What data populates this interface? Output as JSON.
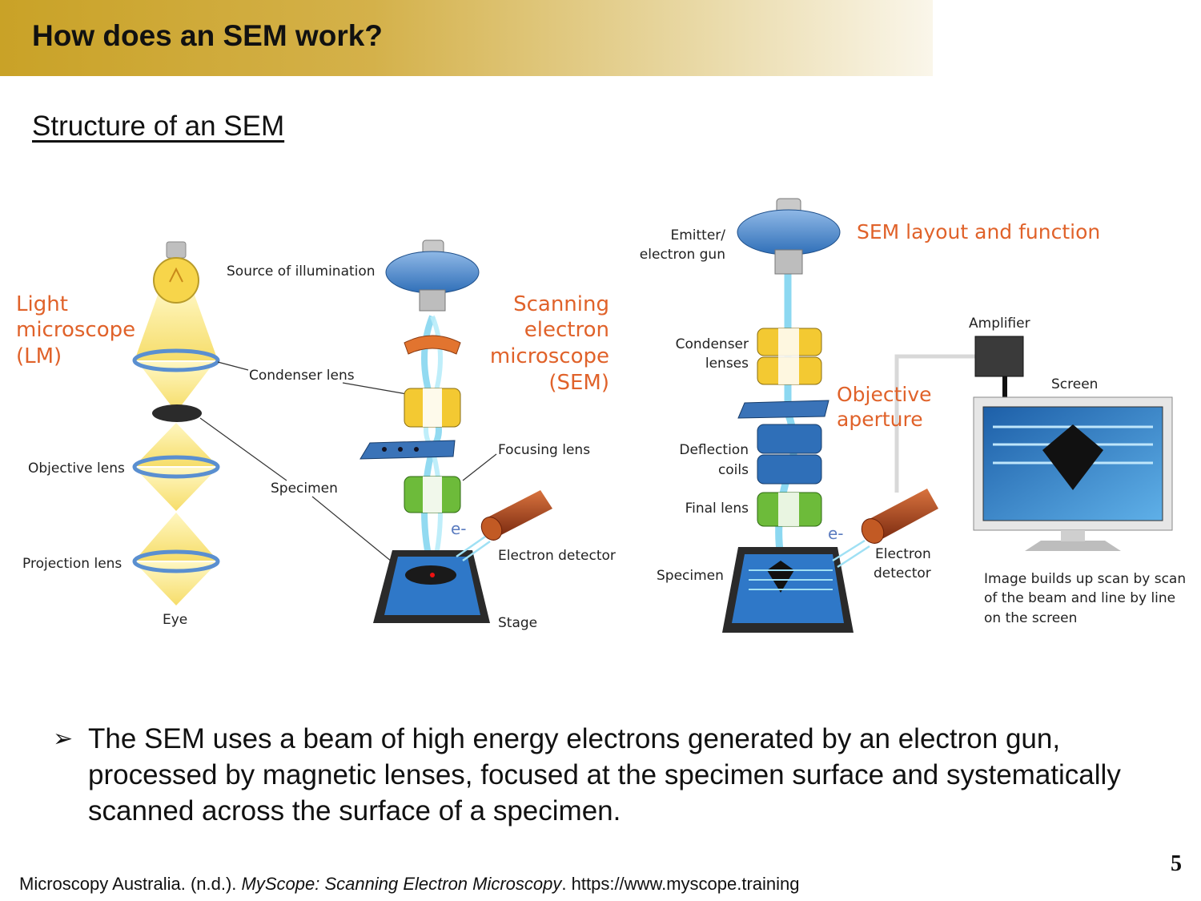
{
  "title": "How does an SEM work?",
  "subtitle": "Structure of an SEM",
  "lm": {
    "heading": [
      "Light",
      "microscope",
      "(LM)"
    ],
    "source": "Source of illumination",
    "condenser": "Condenser lens",
    "objective": "Objective lens",
    "specimen": "Specimen",
    "projection": "Projection lens",
    "eye": "Eye"
  },
  "sem": {
    "heading": [
      "Scanning",
      "electron",
      "microscope",
      "(SEM)"
    ],
    "focusing": "Focusing lens",
    "electron": "e-",
    "detector": "Electron detector",
    "stage": "Stage"
  },
  "layout": {
    "heading": "SEM layout and function",
    "emitter": [
      "Emitter/",
      "electron gun"
    ],
    "condenser": [
      "Condenser",
      "lenses"
    ],
    "objective_aperture": [
      "Objective",
      "aperture"
    ],
    "deflection": [
      "Deflection",
      "coils"
    ],
    "final_lens": "Final lens",
    "electron": "e-",
    "detector": [
      "Electron",
      "detector"
    ],
    "specimen": "Specimen",
    "amplifier": "Amplifier",
    "screen": "Screen",
    "caption": [
      "Image builds up scan by scan",
      "of the beam and line by line",
      "on the screen"
    ]
  },
  "bullet": {
    "marker": "➢",
    "text": "The SEM uses a beam of high energy electrons generated by an electron gun, processed by magnetic lenses, focused at the specimen surface and systematically scanned across the surface of a specimen."
  },
  "page_number": "5",
  "citation": {
    "prefix": "Microscopy Australia. (n.d.). ",
    "title": "MyScope: Scanning Electron Microscopy",
    "suffix": ". https://www.myscope.training"
  },
  "colors": {
    "accent_orange": "#e0622a",
    "title_gold": "#c9a227",
    "lens_blue": "#4a86c8",
    "beam_cyan": "#7fd4ef"
  }
}
